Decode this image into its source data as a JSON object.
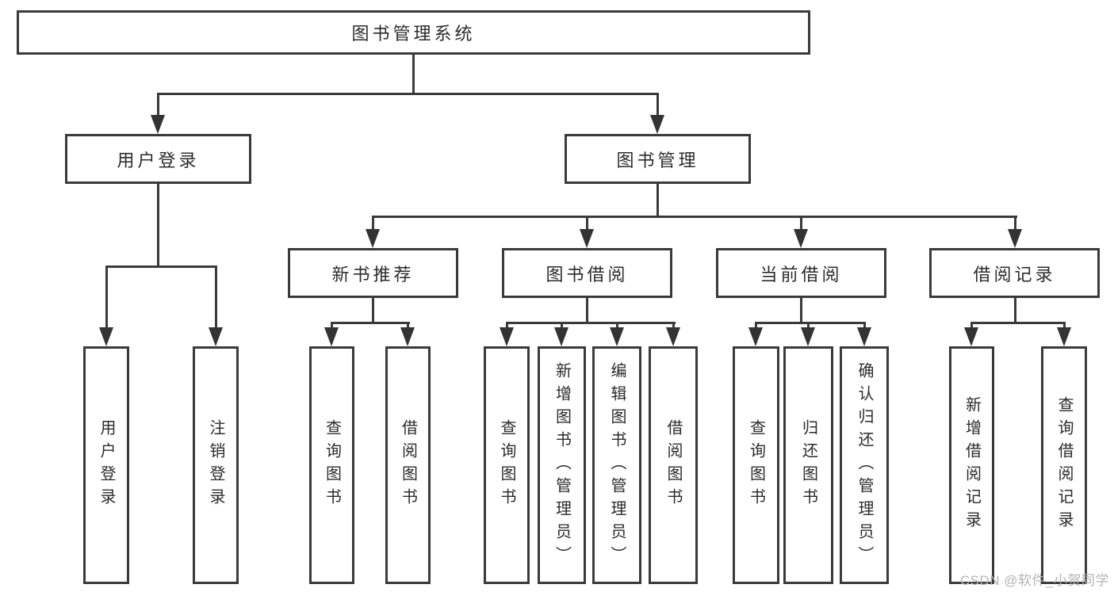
{
  "title": "图书管理系统",
  "tree": {
    "root": {
      "label": "图书管理系统"
    },
    "level2": [
      {
        "id": "user-login",
        "label": "用户登录"
      },
      {
        "id": "book-mgmt",
        "label": "图书管理"
      }
    ],
    "level3": [
      {
        "id": "new-book-recommend",
        "label": "新书推荐",
        "parent": "图书管理"
      },
      {
        "id": "book-borrow",
        "label": "图书借阅",
        "parent": "图书管理"
      },
      {
        "id": "current-borrow",
        "label": "当前借阅",
        "parent": "图书管理"
      },
      {
        "id": "borrow-records",
        "label": "借阅记录",
        "parent": "图书管理"
      }
    ],
    "leaves": [
      {
        "id": "leaf-user-login",
        "label": "用户登录",
        "parent": "用户登录"
      },
      {
        "id": "leaf-logout",
        "label": "注销登录",
        "parent": "用户登录"
      },
      {
        "id": "leaf-nbr-query",
        "label": "查询图书",
        "parent": "新书推荐"
      },
      {
        "id": "leaf-nbr-borrow",
        "label": "借阅图书",
        "parent": "新书推荐"
      },
      {
        "id": "leaf-bb-query",
        "label": "查询图书",
        "parent": "图书借阅"
      },
      {
        "id": "leaf-bb-add",
        "label": "新增图书（管理员）",
        "parent": "图书借阅"
      },
      {
        "id": "leaf-bb-edit",
        "label": "编辑图书（管理员）",
        "parent": "图书借阅"
      },
      {
        "id": "leaf-bb-borrow",
        "label": "借阅图书",
        "parent": "图书借阅"
      },
      {
        "id": "leaf-cb-query",
        "label": "查询图书",
        "parent": "当前借阅"
      },
      {
        "id": "leaf-cb-return",
        "label": "归还图书",
        "parent": "当前借阅"
      },
      {
        "id": "leaf-cb-confirm",
        "label": "确认归还（管理员）",
        "parent": "当前借阅"
      },
      {
        "id": "leaf-br-add",
        "label": "新增借阅记录",
        "parent": "借阅记录"
      },
      {
        "id": "leaf-br-query",
        "label": "查询借阅记录",
        "parent": "借阅记录"
      }
    ]
  },
  "watermark": {
    "text": "CSDN @软件_小贺同学"
  },
  "colors": {
    "line": "#3a3a3a",
    "box_border": "#3a3a3a",
    "text": "#2b2b2b",
    "watermark": "#b4b4b4",
    "background": "#ffffff"
  }
}
